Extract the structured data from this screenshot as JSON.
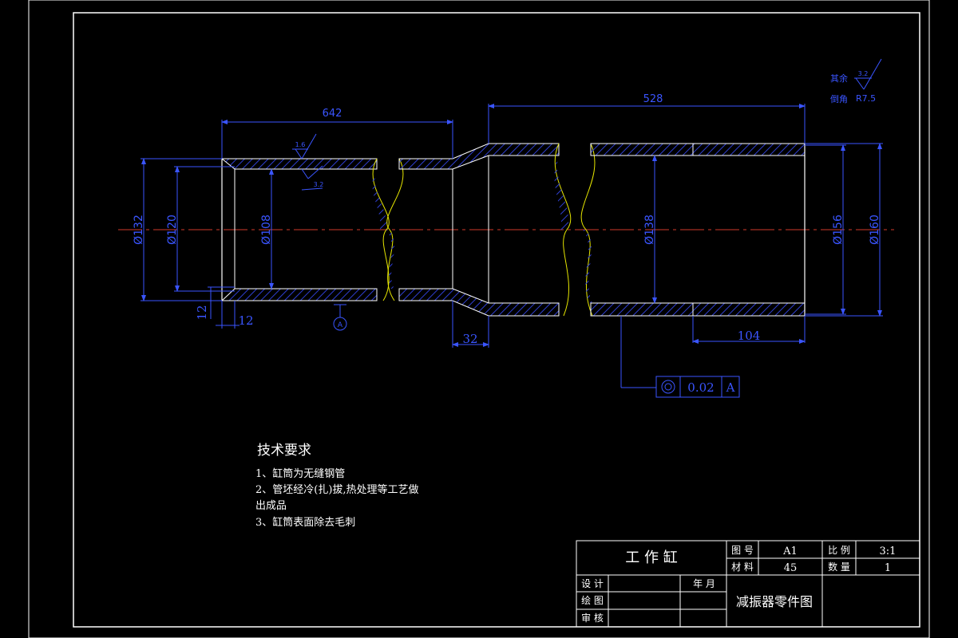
{
  "dimensions": {
    "len_642": "642",
    "len_528": "528",
    "dia_132": "Ø132",
    "dia_120": "Ø120",
    "dia_108": "Ø108",
    "dia_138": "Ø138",
    "dia_156": "Ø156",
    "dia_160": "Ø160",
    "len_12_v": "12",
    "len_12_h": "12",
    "len_32": "32",
    "len_104": "104",
    "roughness_1": "1.6",
    "roughness_2": "3.2",
    "roughness_corner": "3.2"
  },
  "surface_note": {
    "qiyu": "其余",
    "daojiao": "倒角",
    "radius": "R7.5"
  },
  "tolerance": {
    "value": "0.02",
    "datum": "A",
    "datum_label": "A"
  },
  "tech_requirements": {
    "heading": "技术要求",
    "items": [
      "1、缸筒为无缝钢管",
      "2、管坯经冷(扎)拔,热处理等工艺做",
      "出成品",
      "3、缸筒表面除去毛刺"
    ]
  },
  "title_block": {
    "part_name": "工 作 缸",
    "drawing_no_label": "图 号",
    "drawing_no": "A1",
    "scale_label": "比 例",
    "scale": "3:1",
    "material_label": "材 料",
    "material": "45",
    "quantity_label": "数 量",
    "quantity": "1",
    "design_label": "设 计",
    "draw_label": "绘 图",
    "review_label": "审 核",
    "date_label": "年  月",
    "drawing_title": "减振器零件图"
  }
}
